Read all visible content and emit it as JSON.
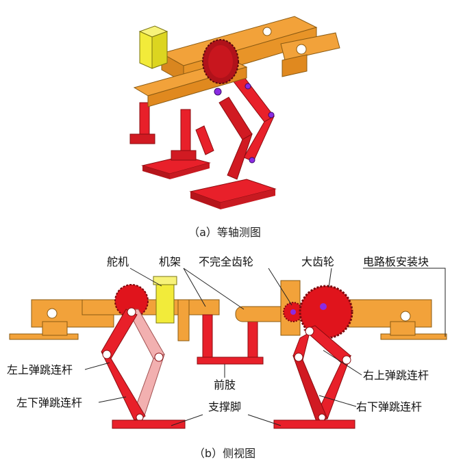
{
  "figure": {
    "caption_a": "（a）等轴测图",
    "caption_b": "（b）侧视图",
    "labels": {
      "servo": "舵机",
      "frame": "机架",
      "partial_gear": "不完全齿轮",
      "big_gear": "大齿轮",
      "pcb_block": "电路板安装块",
      "left_upper_link": "左上弹跳连杆",
      "left_lower_link": "左下弹跳连杆",
      "right_upper_link": "右上弹跳连杆",
      "right_lower_link": "右下弹跳连杆",
      "front_limb": "前肢",
      "support_foot": "支撑脚"
    },
    "colors": {
      "frame_orange": "#F2A23A",
      "link_red": "#E8202A",
      "servo_yellow": "#F2EB3A",
      "gear_red": "#E0141C",
      "pin_purple": "#8A2BE2",
      "link_pink": "#F2B0B0"
    }
  }
}
